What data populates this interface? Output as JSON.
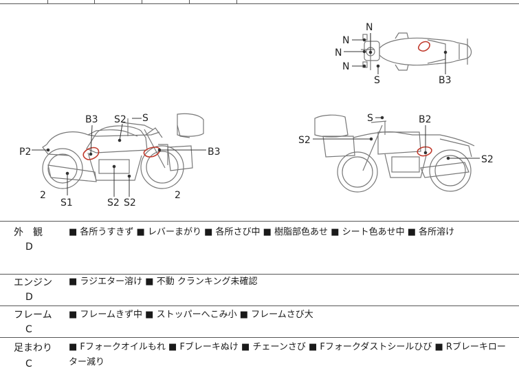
{
  "diagram": {
    "top_view_labels": [
      "N",
      "N",
      "N",
      "N",
      "S",
      "B3"
    ],
    "left_side_labels": [
      "B3",
      "S2",
      "S",
      "P2",
      "B3",
      "2",
      "S1",
      "S2",
      "S2",
      "2"
    ],
    "right_side_labels": [
      "S",
      "S2",
      "B2",
      "S2"
    ]
  },
  "rows": [
    {
      "label": "外　観",
      "grade": "D",
      "text": "■ 各所うすきず ■ レバーまがり ■ 各所さび中 ■ 樹脂部色あせ ■ シート色あせ中 ■ 各所溶け"
    },
    {
      "label": "エンジン",
      "grade": "D",
      "text": "■ ラジエター溶け ■ 不動 クランキング未確認"
    },
    {
      "label": "フレーム",
      "grade": "C",
      "text": "■ フレームきず中 ■ ストッパーへこみ小 ■ フレームさび大"
    },
    {
      "label": "足まわり",
      "grade": "C",
      "text": "■ Fフォークオイルもれ ■ Fブレーキぬけ ■ チェーンさび ■ Fフォークダストシールひび ■ Rブレーキローター減り"
    }
  ],
  "colors": {
    "damage_mark": "#c0392b",
    "line": "#555555"
  }
}
